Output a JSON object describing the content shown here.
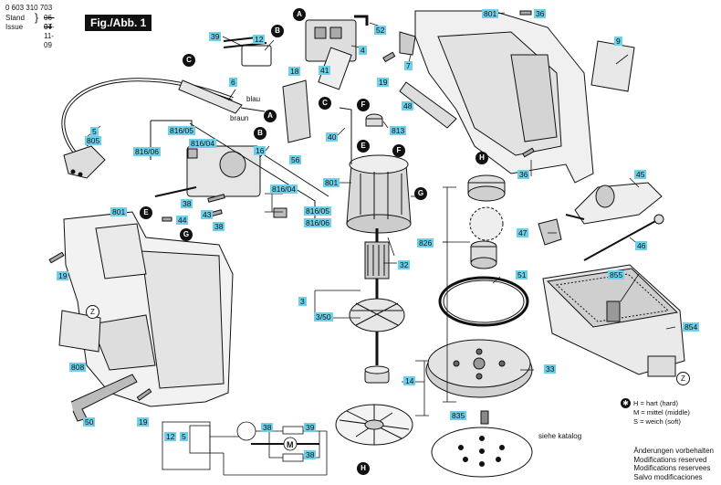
{
  "header": {
    "part_number": "0 603 310 703",
    "stand_label": "Stand",
    "stand_date": "06-04",
    "issue_label": "Issue",
    "issue_date": "07-11-09",
    "figure_label": "Fig./Abb. 1"
  },
  "colors": {
    "label_fill": "#6fd0ea",
    "line": "#111111",
    "gray": "#cfcfcf",
    "dark": "#333333"
  },
  "part_labels": [
    {
      "id": "39a",
      "text": "39"
    },
    {
      "id": "12a",
      "text": "12"
    },
    {
      "id": "52",
      "text": "52"
    },
    {
      "id": "4",
      "text": "4"
    },
    {
      "id": "7",
      "text": "7"
    },
    {
      "id": "9",
      "text": "9"
    },
    {
      "id": "801a",
      "text": "801"
    },
    {
      "id": "36a",
      "text": "36"
    },
    {
      "id": "18",
      "text": "18"
    },
    {
      "id": "41",
      "text": "41"
    },
    {
      "id": "19a",
      "text": "19"
    },
    {
      "id": "48",
      "text": "48"
    },
    {
      "id": "6",
      "text": "6"
    },
    {
      "id": "5",
      "text": "5"
    },
    {
      "id": "805",
      "text": "805"
    },
    {
      "id": "816-05a",
      "text": "816/05"
    },
    {
      "id": "816-04a",
      "text": "816/04"
    },
    {
      "id": "816-06a",
      "text": "816/06"
    },
    {
      "id": "16",
      "text": "16"
    },
    {
      "id": "56",
      "text": "56"
    },
    {
      "id": "40",
      "text": "40"
    },
    {
      "id": "813",
      "text": "813"
    },
    {
      "id": "36b",
      "text": "36"
    },
    {
      "id": "45",
      "text": "45"
    },
    {
      "id": "801b",
      "text": "801"
    },
    {
      "id": "816-04b",
      "text": "816/04"
    },
    {
      "id": "816-05b",
      "text": "816/05"
    },
    {
      "id": "816-06b",
      "text": "816/06"
    },
    {
      "id": "38a",
      "text": "38"
    },
    {
      "id": "43",
      "text": "43"
    },
    {
      "id": "44",
      "text": "44"
    },
    {
      "id": "38b",
      "text": "38"
    },
    {
      "id": "801c",
      "text": "801"
    },
    {
      "id": "19b",
      "text": "19"
    },
    {
      "id": "826",
      "text": "826"
    },
    {
      "id": "47",
      "text": "47"
    },
    {
      "id": "46",
      "text": "46"
    },
    {
      "id": "32",
      "text": "32"
    },
    {
      "id": "51",
      "text": "51"
    },
    {
      "id": "855",
      "text": "855"
    },
    {
      "id": "3",
      "text": "3"
    },
    {
      "id": "3-50",
      "text": "3/50"
    },
    {
      "id": "854",
      "text": "854"
    },
    {
      "id": "808",
      "text": "808"
    },
    {
      "id": "33",
      "text": "33"
    },
    {
      "id": "14",
      "text": "14"
    },
    {
      "id": "50",
      "text": "50"
    },
    {
      "id": "19c",
      "text": "19"
    },
    {
      "id": "835",
      "text": "835"
    },
    {
      "id": "12b",
      "text": "12"
    },
    {
      "id": "s5",
      "text": "5"
    },
    {
      "id": "38c",
      "text": "38"
    },
    {
      "id": "39b",
      "text": "39"
    },
    {
      "id": "38d",
      "text": "38"
    }
  ],
  "ref_letters": [
    {
      "id": "A1",
      "text": "A"
    },
    {
      "id": "B1",
      "text": "B"
    },
    {
      "id": "C1",
      "text": "C"
    },
    {
      "id": "A2",
      "text": "A"
    },
    {
      "id": "B2",
      "text": "B"
    },
    {
      "id": "C2",
      "text": "C"
    },
    {
      "id": "F1",
      "text": "F"
    },
    {
      "id": "E1",
      "text": "E"
    },
    {
      "id": "F2",
      "text": "F"
    },
    {
      "id": "G1",
      "text": "G"
    },
    {
      "id": "H1",
      "text": "H"
    },
    {
      "id": "E2",
      "text": "E"
    },
    {
      "id": "G2",
      "text": "G"
    },
    {
      "id": "H2",
      "text": "H"
    }
  ],
  "z_marks": [
    {
      "id": "Z1",
      "text": "Z"
    },
    {
      "id": "Z2",
      "text": "Z"
    }
  ],
  "wire_labels": {
    "blue": "blau",
    "brown": "braun"
  },
  "side_note": "siehe katalog",
  "hardness_legend": {
    "symbol": "✱",
    "lines": [
      "H = hart (hard)",
      "M = mittel (middle)",
      "S = weich (soft)"
    ]
  },
  "footer_lines": [
    "Änderungen vorbehalten",
    "Modifications reserved",
    "Modifications reservees",
    "Salvo modificaciones"
  ]
}
